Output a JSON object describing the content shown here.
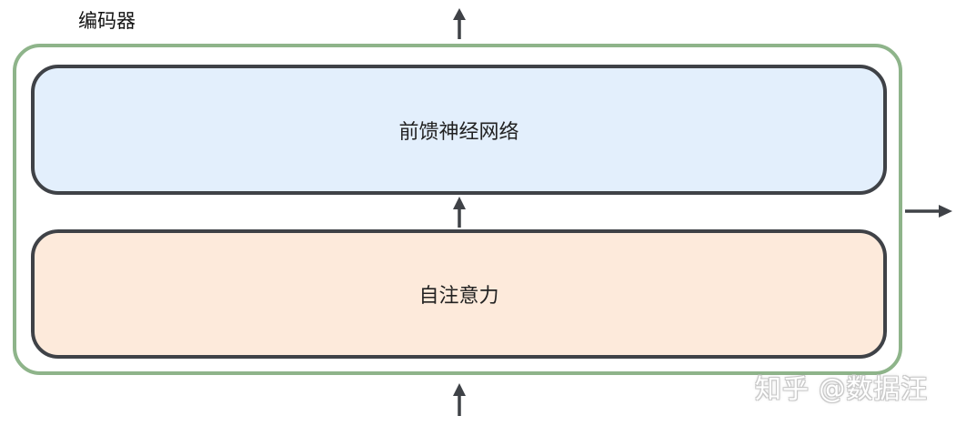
{
  "diagram": {
    "encoder_label": "编码器",
    "ffn_label": "前馈神经网络",
    "attention_label": "自注意力",
    "watermark": "知乎 @数据汪"
  },
  "colors": {
    "outer_border": "#8eb48a",
    "block_border": "#3f4247",
    "ffn_fill": "#e3effc",
    "attention_fill": "#fdeadb",
    "arrow": "#3f4247"
  }
}
